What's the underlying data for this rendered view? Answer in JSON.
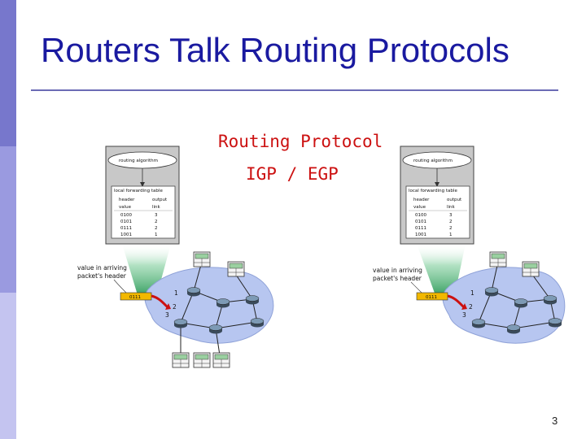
{
  "slide": {
    "title": "Routers Talk Routing Protocols",
    "page_number": "3"
  },
  "center": {
    "protocol_label": "Routing Protocol",
    "type_label": "IGP / EGP"
  },
  "left_router": {
    "algorithm_label": "routing algorithm",
    "table_title": "local forwarding table",
    "col_header": "header value",
    "col_link": "output link",
    "rows": [
      {
        "header": "0100",
        "link": "3"
      },
      {
        "header": "0101",
        "link": "2"
      },
      {
        "header": "0111",
        "link": "2"
      },
      {
        "header": "1001",
        "link": "1"
      }
    ],
    "arrival_label": "value in arriving packet's header",
    "packet_value": "0111",
    "port_labels": [
      "1",
      "2",
      "3"
    ]
  },
  "right_router": {
    "algorithm_label": "routing algorithm",
    "table_title": "local forwarding table",
    "col_header": "header value",
    "col_link": "output link",
    "rows": [
      {
        "header": "0100",
        "link": "3"
      },
      {
        "header": "0101",
        "link": "2"
      },
      {
        "header": "0111",
        "link": "2"
      },
      {
        "header": "1001",
        "link": "1"
      }
    ],
    "arrival_label": "value in arriving packet's header",
    "packet_value": "0111",
    "port_labels": [
      "1",
      "2",
      "3"
    ]
  },
  "colors": {
    "title": "#1a1aa0",
    "accent_red": "#cc1111",
    "network_blue": "#b7c6f0",
    "beam_green": "#3aa66a",
    "box_gray": "#c8c8c8"
  }
}
